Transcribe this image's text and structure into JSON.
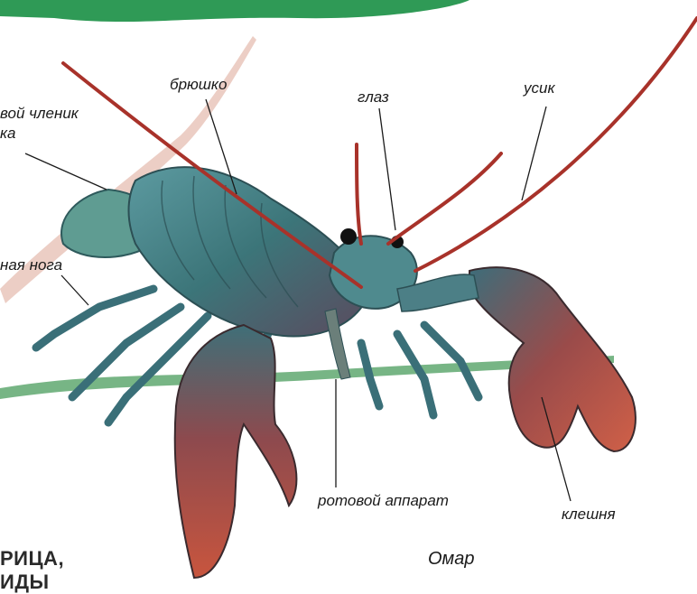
{
  "labels": {
    "abdomen": "брюшко",
    "eye": "глаз",
    "antenna": "усик",
    "tail_segment_line1": "вой членик",
    "tail_segment_line2": "ка",
    "leg": "ная нога",
    "mouthparts": "ротовой аппарат",
    "claw": "клешня"
  },
  "caption": "Омар",
  "heading": {
    "line1": "РИЦА,",
    "line2": "ИДЫ"
  },
  "colors": {
    "banner_green": "#2f9a56",
    "brush_green": "#5aa56b",
    "brush_pink": "#d9a89a",
    "body_teal": "#3f7f86",
    "claw_red": "#b84a3a",
    "antenna_red": "#a8322a"
  }
}
